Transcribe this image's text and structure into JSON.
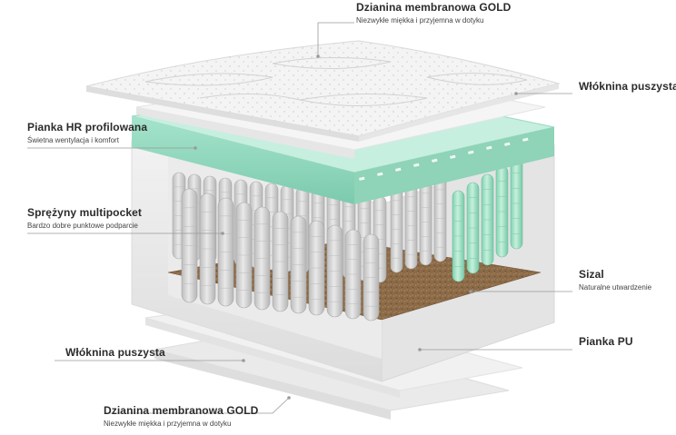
{
  "labels": {
    "top_fabric": {
      "title": "Dzianina membranowa GOLD",
      "subtitle": "Niezwykłe miękka i przyjemna w dotyku"
    },
    "top_fiber": {
      "title": "Włóknina puszysta"
    },
    "hr_foam": {
      "title": "Pianka HR profilowana",
      "subtitle": "Świetna wentylacja i komfort"
    },
    "springs": {
      "title": "Sprężyny multipocket",
      "subtitle": "Bardzo dobre punktowe podparcie"
    },
    "sisal": {
      "title": "Sizal",
      "subtitle": "Naturalne utwardzenie"
    },
    "pu_foam": {
      "title": "Pianka PU"
    },
    "bottom_fiber": {
      "title": "Włóknina puszysta"
    },
    "bottom_fabric": {
      "title": "Dzianina membranowa GOLD",
      "subtitle": "Niezwykłe miękka i przyjemna w dotyku"
    }
  },
  "colors": {
    "fabric": "#eeeeee",
    "foam_hr": "#8fd9bf",
    "springs": "#cfcfcf",
    "springs_green": "#9fe0c4",
    "sisal": "#8a6a4a",
    "frame": "#e8e8e8",
    "leader": "#9a9a9a"
  }
}
